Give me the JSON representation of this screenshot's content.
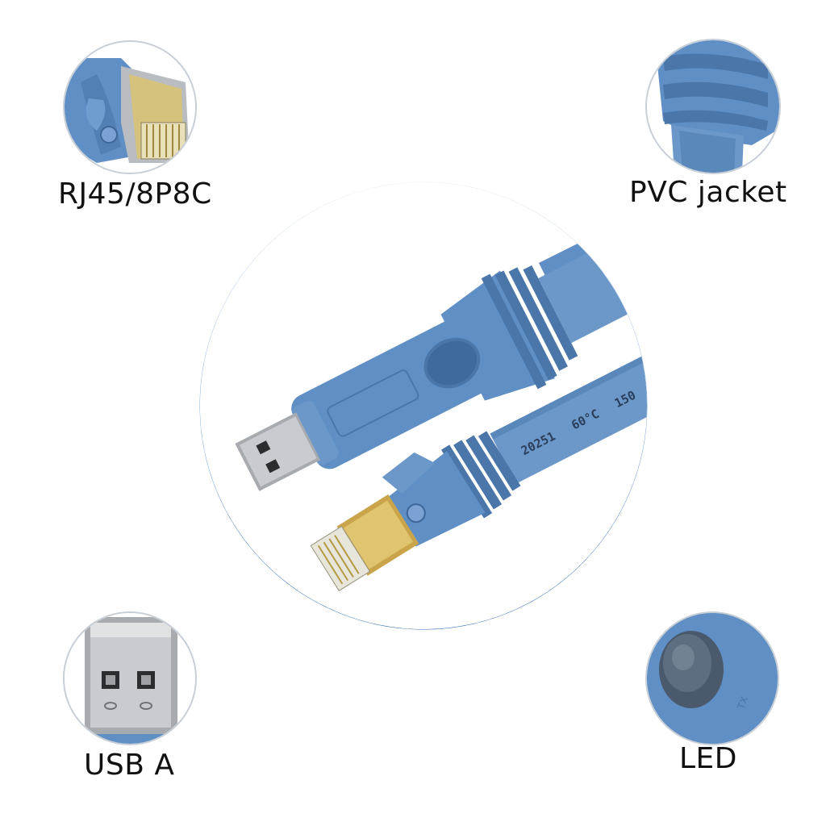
{
  "labels": {
    "rj45": "RJ45/8P8C",
    "pvc": "PVC jacket",
    "usb": "USB A",
    "led": "LED"
  },
  "cable_print": {
    "text1": "20251",
    "text2": "60°C",
    "text3": "150"
  },
  "colors": {
    "cable_blue": "#5f8fc4",
    "cable_dark": "#4a76aa",
    "ring_blue": "#1c5fb0",
    "gold": "#c9a44a",
    "metal": "#b9bcc0"
  }
}
